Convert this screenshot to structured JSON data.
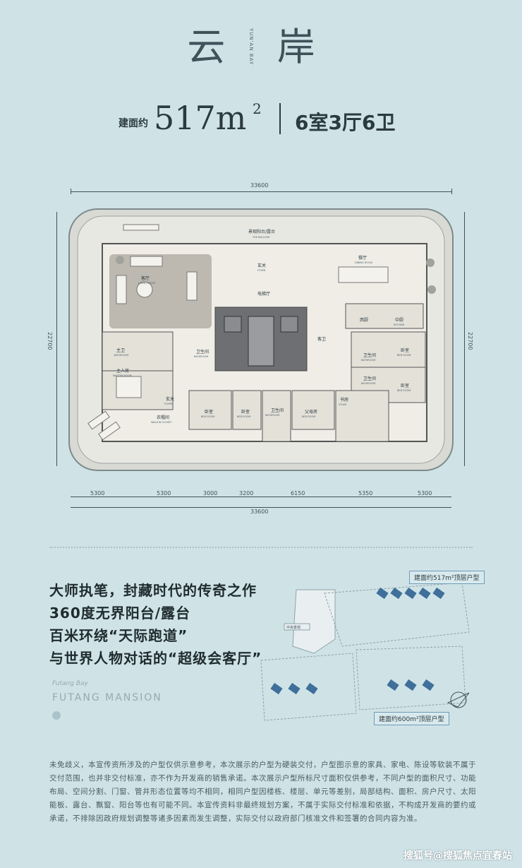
{
  "title": "云 岸",
  "vertical_en": "YUN'AN BAY",
  "area": {
    "prefix": "建面约",
    "value": "517m",
    "sup": "2",
    "rooms": "6室3厅6卫"
  },
  "dims": {
    "top_total": "33600",
    "bottom_total": "33600",
    "left_height": "22700",
    "right_height": "22700",
    "bottom_segments": [
      "5300",
      "5300",
      "3000",
      "3200",
      "6150",
      "5350",
      "5300"
    ]
  },
  "rooms": {
    "balcony": {
      "cn": "景观阳台/露台",
      "en": "THE BALCONY"
    },
    "foyer_top": {
      "cn": "玄关",
      "en": "FOYER"
    },
    "living": {
      "cn": "客厅",
      "en": "LIVING ROOM"
    },
    "elevator": {
      "cn": "电梯厅",
      "en": ""
    },
    "dining": {
      "cn": "餐厅",
      "en": "DINING ROOM"
    },
    "western_kitchen": {
      "cn": "西厨",
      "en": ""
    },
    "chinese_kitchen": {
      "cn": "中厨",
      "en": "KITCHEN"
    },
    "master_bath": {
      "cn": "主卫",
      "en": "BATHROOM"
    },
    "master_bed": {
      "cn": "主人房",
      "en": "MASTER ROOM"
    },
    "bath_center": {
      "cn": "卫生间",
      "en": "BATHROOM"
    },
    "bath_right": {
      "cn": "客卫",
      "en": ""
    },
    "bed_r1": {
      "cn": "卧室",
      "en": "BED ROOM"
    },
    "bed_r2": {
      "cn": "卧室",
      "en": "BED ROOM"
    },
    "bath_r1": {
      "cn": "卫生间",
      "en": "BATHROOM"
    },
    "bath_r2": {
      "cn": "卫生间",
      "en": "BATHROOM"
    },
    "foyer_bottom": {
      "cn": "玄关",
      "en": "FOYER"
    },
    "closet": {
      "cn": "衣帽间",
      "en": "WALK-IN CLOSET"
    },
    "bed_b1": {
      "cn": "卧室",
      "en": "BED ROOM"
    },
    "bed_b2": {
      "cn": "卧室",
      "en": "BED ROOM"
    },
    "bath_b": {
      "cn": "卫生间",
      "en": "BATHROOM"
    },
    "parents_bed": {
      "cn": "父母房",
      "en": "BED ROOM"
    },
    "study": {
      "cn": "书房",
      "en": "STUDY"
    }
  },
  "slogans": [
    "大师执笔，封藏时代的传奇之作",
    "360度无界阳台/露台",
    "百米环绕“天际跑道”",
    "与世界人物对话的“超级会客厅”"
  ],
  "brand": {
    "small": "Futang Bay",
    "name": "FUTANG MANSION"
  },
  "site_plan": {
    "badge_top": "建面约517m²顶层户型",
    "badge_bottom": "建面约600m²顶层户型",
    "center_label": "中央景观"
  },
  "disclaimer": "未免歧义，本宣传资所涉及的户型仅供示意参考，本次展示的户型为硬装交付，户型图示意的家具、家电、陈设等软装不属于交付范围，也并非交付标准，亦不作为开发商的销售承诺。本次展示户型所标尺寸面积仅供参考，不同户型的面积尺寸、功能布局、空间分割、门窗、管井形态位置等均不相同，相同户型因楼栋、楼层、单元等差别，局部结构、面积、房户尺寸、太阳能板、露台、飘窗、阳台等也有可能不同。本宣传资料非最终规划方案，不属于实际交付标准和依据，不构成开发商的要约或承诺，不排除因政府规划调整等诸多因素而发生调整，实际交付以政府部门核准文件和签署的合同内容为准。",
  "footer": "搜狐号@搜狐焦点宜春站",
  "colors": {
    "bg": "#cfe3e7",
    "room_fill": "#e9e6df",
    "living_fill": "#bdb8b0",
    "wall": "#555555",
    "tile_blue": "#3f6f9a"
  }
}
